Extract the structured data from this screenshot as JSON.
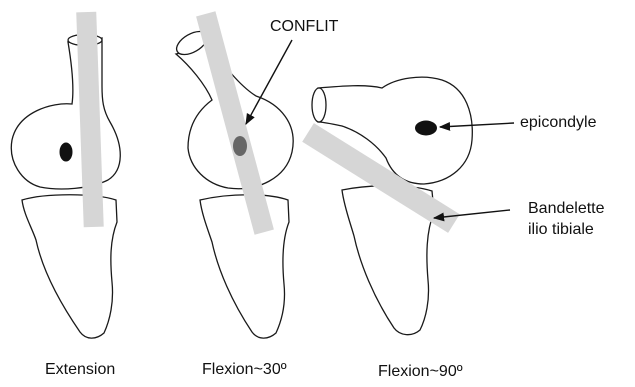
{
  "annotations": {
    "conflict": "CONFLIT",
    "epicondyle": "epicondyle",
    "band_line1": "Bandelette",
    "band_line2": "ilio tibiale"
  },
  "captions": {
    "extension": "Extension",
    "flexion30": "Flexion~30º",
    "flexion90": "Flexion~90º"
  },
  "colors": {
    "outline": "#1a1a1a",
    "band": "#d6d6d6",
    "epicondyle_extension": "#111111",
    "epicondyle_flexion30": "#666666",
    "epicondyle_flexion90": "#111111"
  }
}
